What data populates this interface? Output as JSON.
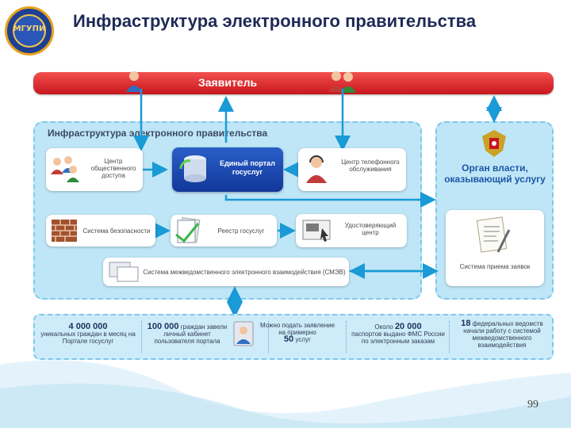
{
  "logo": {
    "text": "МГУПИ"
  },
  "title": "Инфраструктура электронного правительства",
  "applicant": {
    "label": "Заявитель"
  },
  "infrastructure": {
    "title": "Инфраструктура электронного правительства",
    "public_access_center": "Центр общественного доступа",
    "portal": "Единый портал госуслуг",
    "phone_center": "Центр телефонного обслуживания",
    "security": "Система безопасности",
    "registry": "Реестр госуслуг",
    "certifying_center": "Удостоверяющий центр",
    "smev": "Система межведомственного электронного взаимодействия (СМЭВ)"
  },
  "authority": {
    "title": "Орган власти, оказывающий услугу",
    "intake_system": "Система приема заявок"
  },
  "stats": [
    {
      "number": "4 000 000",
      "text": "уникальных граждан в месяц на Портале госуслуг"
    },
    {
      "number": "100 000",
      "text": "граждан завели личный кабинет пользователя портала"
    },
    {
      "text": "Можно подать заявление на примерно",
      "number": "50",
      "suffix": "услуг"
    },
    {
      "prefix": "Около",
      "number": "20 000",
      "text": "паспортов выдано ФМС России по электронным заказам"
    },
    {
      "number": "18",
      "text": "федеральных ведомств начали работу с системой межведомственного взаимодействия"
    }
  ],
  "page_number": "99",
  "colors": {
    "red": "#d52a2f",
    "panel": "#bfe6f7",
    "portal": "#1c47b0",
    "arrow": "#1a9ad6",
    "title": "#1e2a55"
  },
  "icons": [
    "people-icon",
    "database-icon",
    "operator-icon",
    "brick-wall-icon",
    "document-stack-icon",
    "certificate-icon",
    "coat-of-arms-icon",
    "form-icon",
    "monitor-icon",
    "user-icon"
  ]
}
